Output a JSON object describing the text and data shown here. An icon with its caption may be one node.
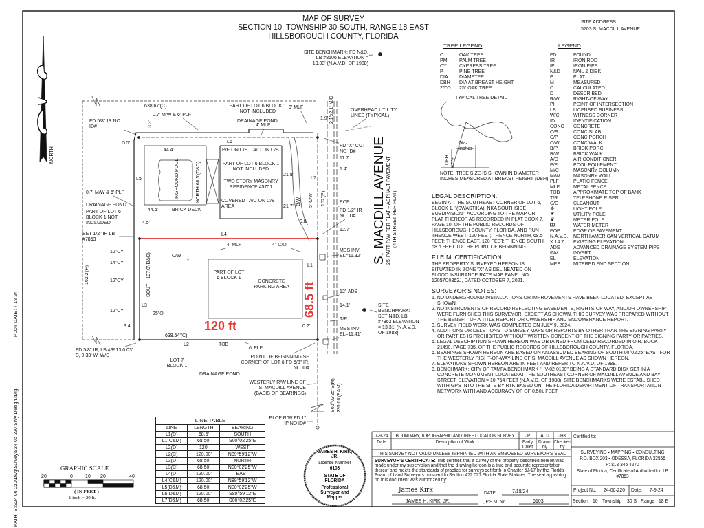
{
  "diagram": {
    "title": "MAP OF SURVEY",
    "nodes": [
      {
        "text": [
          "SITE BENCHMARK: FD N&D, LB #8106 ELEVATION = 13.03' (N.A.V.D. OF 1988)"
        ]
      },
      {
        "text": [
          "0.7' M/W & 6' PLF"
        ]
      },
      {
        "text": [
          "FD 5/8\" IR NO ID#"
        ]
      },
      {
        "text": [
          "OVERHEAD UTILITY LINES (TYPICAL)"
        ]
      },
      {
        "text": [
          "8' MLF"
        ]
      },
      {
        "text": [
          "FD \"X\" CUT NO ID#"
        ]
      },
      {
        "text": [
          "4' MLF"
        ]
      },
      {
        "text": [
          "0.7' M/W & 6' PLF"
        ]
      },
      {
        "text": [
          "SET 1/2\" IR LB #7863"
        ]
      },
      {
        "text": [
          "EOP"
        ]
      },
      {
        "text": [
          "FD 1/2\" IR NO ID#"
        ]
      },
      {
        "text": [
          "4' MLF"
        ]
      },
      {
        "text": [
          "C/W"
        ]
      },
      {
        "text": [
          "4\" C/O"
        ]
      },
      {
        "text": [
          "MES INV EL=11.32'"
        ]
      },
      {
        "text": [
          "12\" ADS"
        ]
      },
      {
        "text": [
          "SITE BENCHMARK: SET N&D, LB #7863 ELEVATION = 13.31' (N.A.V.D. OF 1988)"
        ]
      },
      {
        "text": [
          "T/R"
        ]
      },
      {
        "text": [
          "MES INV EL=11.41'"
        ]
      },
      {
        "text": [
          "6' PLF"
        ]
      },
      {
        "text": [
          "FD 5/8\" IR, LB #3913 0.03' S, 0.33' W, W/C"
        ]
      },
      {
        "text": [
          "POINT OF BEGINNING SE CORNER OF LOT 6 FD 5/8\" IR, NO ID#"
        ]
      },
      {
        "text": [
          "WESTERLY R/W LINE OF S. MACDILL AVENUE (BASIS OF BEARINGS)"
        ]
      },
      {
        "text": [
          "PI OF R/W FD 1\" IP NO ID#"
        ]
      }
    ],
    "edges": [
      {
        "from": 0,
        "to": null,
        "arrow": "none"
      },
      {
        "from": 1,
        "to": null,
        "arrow": "none"
      },
      {
        "from": 2,
        "to": null,
        "arrow": "none"
      },
      {
        "from": 3,
        "to": null,
        "arrow": "none"
      },
      {
        "from": 4,
        "to": null,
        "arrow": "none"
      },
      {
        "from": 5,
        "to": null,
        "arrow": "none"
      },
      {
        "from": 6,
        "to": null,
        "arrow": "none"
      },
      {
        "from": 7,
        "to": null,
        "arrow": "none"
      },
      {
        "from": 8,
        "to": null,
        "arrow": "none"
      },
      {
        "from": 9,
        "to": null,
        "arrow": "none"
      },
      {
        "from": 10,
        "to": null,
        "arrow": "none"
      },
      {
        "from": 11,
        "to": null,
        "arrow": "none"
      },
      {
        "from": 12,
        "to": null,
        "arrow": "none"
      },
      {
        "from": 13,
        "to": null,
        "arrow": "none"
      },
      {
        "from": 14,
        "to": null,
        "arrow": "none"
      },
      {
        "from": 15,
        "to": null,
        "arrow": "none"
      },
      {
        "from": 16,
        "to": null,
        "arrow": "none"
      },
      {
        "from": 17,
        "to": null,
        "arrow": "none"
      },
      {
        "from": 18,
        "to": null,
        "arrow": "none"
      },
      {
        "from": 19,
        "to": null,
        "arrow": "none"
      },
      {
        "from": 20,
        "to": null,
        "arrow": "none"
      },
      {
        "from": 21,
        "to": null,
        "arrow": "none"
      },
      {
        "from": 22,
        "to": null,
        "arrow": "none"
      },
      {
        "from": 23,
        "to": null,
        "arrow": "none"
      }
    ],
    "labels": [
      "SECTION 10, TOWNSHIP 30 SOUTH, RANGE 18 EAST",
      "HILLSBOROUGH COUNTY, FLORIDA",
      "SITE ADDRESS:",
      "5703 S. MACDILL AVENUE",
      "TREE LEGEND",
      "O",
      "OAK TREE",
      "PM",
      "PALM TREE",
      "CY",
      "CYPRESS TREE",
      "P",
      "PINE TREE",
      "DIA",
      "DIAMETER",
      "DBH",
      "DIA AT BREAST HEIGHT",
      "25\"O",
      "25\" OAK TREE",
      "LEGEND",
      "FD",
      "FOUND",
      "IR",
      "IRON ROD",
      "IP",
      "IRON PIPE",
      "N&D",
      "NAIL & DISK",
      "P",
      "PLAT",
      "M",
      "MEASURED",
      "C",
      "CALCULATED",
      "D",
      "DESCRIBED",
      "R/W",
      "RIGHT-OF-WAY",
      "PI",
      "POINT OF INTERSECTION",
      "LB",
      "LICENSED BUSINESS",
      "W/C",
      "WITNESS CORNER",
      "ID",
      "IDENTIFICATION",
      "CONC",
      "CONCRETE",
      "C/S",
      "CONC SLAB",
      "C/P",
      "CONC PORCH",
      "C/W",
      "CONC WALK",
      "B/P",
      "BRICK PORCH",
      "B/W",
      "BRICK WALK",
      "A/C",
      "AIR CONDITIONER",
      "P/E",
      "POOL EQUIPMENT",
      "M/C",
      "MASONRY COLUMN",
      "M/W",
      "MASONRY WALL",
      "PLF",
      "PLATIC FENCE",
      "MLF",
      "METAL FENCE",
      "TOB",
      "APPROXIMATE TOP OF BANK",
      "T/R",
      "TELEPHONE RISER",
      "C/O",
      "CLEANOUT",
      "LIGHT POLE",
      "UTILITY POLE",
      "METER POLE",
      "WATER METER",
      "EOP",
      "EDGE OF PAVEMENT",
      "N.A.V.D.",
      "NORTH AMERICAN VERTICAL DATUM",
      "X 14.7",
      "EXISTING ELEVATION",
      "ADS",
      "ADVANCED DRAINAGE SYSTEM PIPE",
      "INV",
      "INVERT",
      "EL",
      "ELEVATION",
      "MES",
      "MITERED END SECTION",
      "TYPICAL TREE DETAIL",
      "Dia- Inches",
      "DBH",
      "4.5'±",
      "NOTE: TREE SIZE IS SHOWN IN DIAMETER INCHES MEASURED AT BREAST HEIGHT (DBH).",
      "LEGAL DESCRIPTION:",
      "BEGIN AT THE SOUTHEAST CORNER OF LOT 6, BLOCK 1, \"(SWASTIKA), NKA SOUTHSIDE SUBDIVISION\", ACCORDING TO THE MAP OR PLAT THEREOF AS RECORDED IN PLAT BOOK 7, PAGE 10, OF THE PUBLIC RECORDS OF HILLSBOROUGH COUNTY, FLORIDA, AND RUN THENCE WEST, 120 FEET; THENCE NORTH, 68.5 FEET; THENCE EAST, 120 FEET; THENCE SOUTH, 68.5 FEET TO THE POINT OF BEGINNING",
      "F.I.R.M. CERTIFICATION:",
      "THE PROPERTY SURVEYED HEREON IS SITUATED IN ZONE \"X\" AS DELINEATED ON FLOOD INSURANCE RATE MAP PANEL NO. 12057C0363J, DATED OCTOBER 7, 2021.",
      "SURVEYOR'S NOTES:",
      "1. NO UNDERGROUND INSTALLATIONS OR IMPROVEMENTS HAVE BEEN LOCATED, EXCEPT AS SHOWN.",
      "2. NO INSTRUMENTS OF RECORD REFLECTING EASEMENTS, RIGHTS-OF-WAY, AND/OR OWNERSHIP WERE FURNISHED THIS SURVEYOR, EXCEPT AS SHOWN. THIS SURVEY WAS PREPARED WITHOUT THE BENEFIT OF A TITLE REPORT OR OWNERSHIP AND ENCUMBRANCE REPORT.",
      "3. SURVEY FIELD WORK WAS COMPLETED ON JULY 9, 2024.",
      "4. ADDITIONS OR DELETIONS TO SURVEY MAPS OR REPORTS BY OTHER THAN THE SIGNING PARTY OR PARTIES IS PROHIBITED WITHOUT WRITTEN CONSENT OF THE SIGNING PARTY OR PARTIES.",
      "5. LEGAL DESCRIPTION SHOWN HEREON WAS OBTAINED FROM DEED RECORDED IN O.R. BOOK 21490, PAGE 735, OF THE PUBLIC RECORDS OF HILLSBOROUGH COUNTY, FLORIDA.",
      "6. BEARINGS SHOWN HEREON ARE BASED ON AN ASSUMED BEARING OF SOUTH 00°02'25\" EAST FOR THE WESTERLY RIGHT-OF-WAY LINE OF S. MACDILL AVENUE AS SHOWN HEREON.",
      "7. ELEVATIONS SHOWN HEREON ARE IN FEET AND REFER TO N.A.V.D. OF 1988.",
      "8. BENCHMARK: CITY OF TAMPA BENCHMARK \"HV-02 0100\" BEING A STANDARD DISK SET IN A CONCRETE MONUMENT LOCATED AT THE SOUTHEAST CORNER OF MACDILL AVENUE AND BAY STREET. ELEVATION = 10.764 FEET (N.A.V.D. OF 1988). SITE BENCHMARKS WERE ESTABLISHED WITH GPS INTO THE SITE BY RTK BASED ON THE FLORIDA DEPARTMENT OF TRANSPORTATION NETWORK WITH AND ACCURACY OF OF 0.50± FEET.",
      "7-9-24",
      "BOUNDARY, TOPOGRAPHIC AND TREE LOCATION SURVEY",
      "JP",
      "ACJ",
      "JHK",
      "Date",
      "Description of Work",
      "Party Chief",
      "Drawn by",
      "Checked by",
      "THIS SURVEY NOT VALID UNLESS IMPRINTED WITH AN EMBOSSED SURVEYOR'S SEAL",
      "**SURVEYOR'S CERTIFICATE:** This certifies that a survey of the property described hereon was made under my supervision and that the drawing hereon is a true and accurate representation thereof and meets the standards of practice for surveys set forth in Chapter 5J-17 by the Florida Board of Land Surveyors pursuant to Section 472.027 Florida State Statutes. The seal appearing on this document was authorized by:",
      "James Kirk",
      "DATE:",
      "7/18/24",
      "JAMES H. KIRK, JR.",
      ", P.S.M. No.",
      "6103",
      "Certified to:",
      "SURVEYING • MAPPING • CONSULTING",
      "P.O. BOX 203 • ODESSA, FLORIDA 33556",
      "P: 813-345-4270",
      "State of Florida, Certificate of Authorization LB #7863",
      "Project No.:",
      "24-06-220",
      "Date:",
      "7-9-24",
      "Section",
      "10",
      "Township",
      "30 S",
      "Range",
      "18 E",
      "JAMES H. KIRK, JR.",
      "License Number",
      "6103",
      "STATE OF FLORIDA",
      "Professional Surveyor and Mapper",
      "LINE TABLE",
      "LINE",
      "LENGTH",
      "BEARING",
      "L1(D)",
      "68.5'",
      "SOUTH",
      "L1(C&M)",
      "68.50'",
      "S00°02'25\"E",
      "L2(D)",
      "120'",
      "WEST",
      "L2(C)",
      "120.00'",
      "N89°59'12\"W",
      "L3(D)",
      "68.50'",
      "NORTH",
      "L3(C)",
      "68.50'",
      "N00°02'25\"W",
      "L4(D)",
      "120.00'",
      "EAST",
      "L4(C&M)",
      "120.00'",
      "N89°59'12\"W",
      "L5(D&M)",
      "68.50'",
      "N00°02'25\"W",
      "L6(D&M)",
      "120.00'",
      "S89°59'12\"E",
      "L7(D&M)",
      "68.50'",
      "S00°02'25\"E",
      "GRAPHIC SCALE",
      "20",
      "0",
      "10",
      "20",
      "40",
      "( IN FEET )",
      "1 inch = 20 ft.",
      "PATH: S:\\S24-06-220\\Dwg\\Survey\\S24-06-220-Srvy-Design.dwg.",
      "PLOT DATE: 7-18-24",
      "NORTH",
      "638.67'(C)",
      "PART OF LOT 6 BLOCK 1 NOT INCLUDED",
      "DRAINAGE POND",
      "3.3'",
      "5.5'",
      "4.5'",
      "3.4'",
      "1.9'",
      "11.7'",
      "12.7'",
      "14.1'",
      "0.2'",
      "21.8'",
      "21.7'",
      "1.4'",
      "0.8'",
      "44.4'",
      "44.5'",
      "INGROUND POOL",
      "NORTH 68.5'(D&C)",
      "PART OF LOT 6 BLOCK 1 NOT INCLUDED",
      "TWO STORY MASONRY RESIDENCE #5701",
      "P/E ON C/S",
      "A/C ON C/S",
      "COVERED AREA",
      "A/C ON C/S",
      "BRICK DECK",
      "B/W",
      "5' C/W",
      "DRAINAGE POND",
      "PART OF LOT 6 BLOCK 1 NOT INCLUDED",
      "162.2'(P)",
      "162'(P)",
      "L1",
      "L2",
      "L3",
      "L4",
      "L5",
      "L6",
      "L7",
      "SOUTH 137.0'(D&C)",
      "PART OF LOT 6 BLOCK 1",
      "CONCRETE PARKING AREA",
      "638.54'(C)",
      "120 ft",
      "68.5 ft",
      "LOT 7 BLOCK 1",
      "DRAINAGE POND",
      "TOB",
      "S00°02'25\"E(M)",
      "299.00'(P&M)",
      "S. MACDILL AVENUE",
      "25' PART R/W PER PLAT – ASPHALT PAVEMENT",
      "(4TH STREET PER PLAT)",
      "2.1'x2.1' M/C",
      "12\"CY",
      "14\"CY",
      "12\"CY",
      "12\"CY",
      "25\"O"
    ]
  }
}
